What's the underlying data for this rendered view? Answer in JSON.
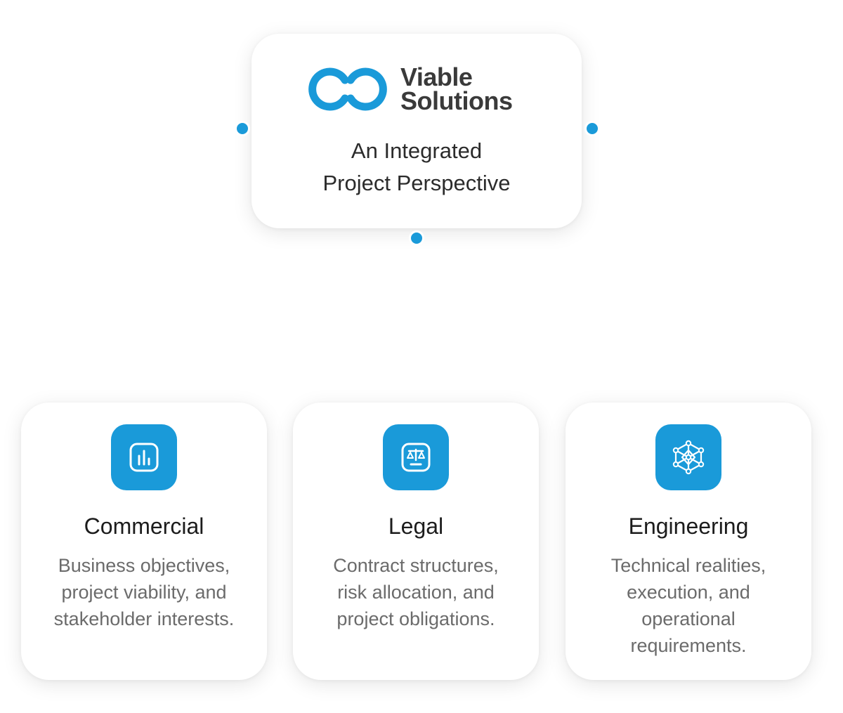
{
  "hub": {
    "logo": {
      "line1": "Viable",
      "line2": "Solutions"
    },
    "title_line1": "An Integrated",
    "title_line2": "Project Perspective"
  },
  "cards": [
    {
      "icon": "bar-chart-icon",
      "title": "Commercial",
      "desc": [
        "Business objectives,",
        "project viability, and",
        "stakeholder interests."
      ]
    },
    {
      "icon": "scales-of-justice-icon",
      "title": "Legal",
      "desc": [
        "Contract structures,",
        "risk allocation, and",
        "project obligations."
      ]
    },
    {
      "icon": "network-nodes-icon",
      "title": "Engineering",
      "desc": [
        "Technical realities,",
        "execution, and",
        "operational",
        "requirements."
      ]
    }
  ],
  "colors": {
    "accent": "#1a9ad9",
    "heading": "#1c1c1c",
    "body_text": "#6b6b6b",
    "logo_text": "#3a3a3a"
  }
}
